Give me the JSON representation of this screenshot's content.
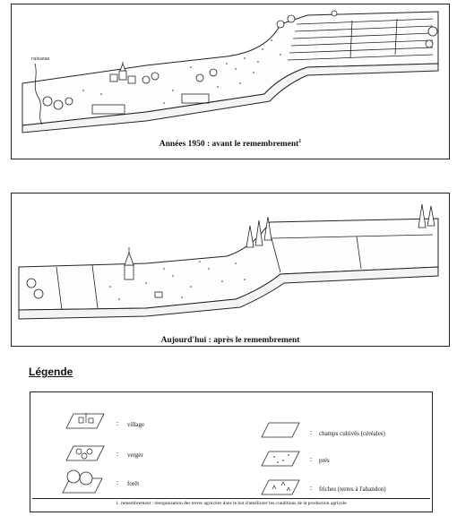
{
  "top_panel": {
    "caption": "Années 1950 : avant le remembrement",
    "footnote_marker": "1",
    "stream_label": "ruisseau"
  },
  "bottom_panel": {
    "caption": "Aujourd'hui : après le remembrement"
  },
  "legend": {
    "title": "Légende",
    "items": [
      {
        "icon": "village-icon",
        "label": "village"
      },
      {
        "icon": "orchard-icon",
        "label": "verger"
      },
      {
        "icon": "forest-icon",
        "label": "forêt"
      },
      {
        "icon": "field-icon",
        "label": "champs cultivés (céréales)"
      },
      {
        "icon": "meadow-icon",
        "label": "prés"
      },
      {
        "icon": "fallow-icon",
        "label": "friches (terres à l'abandon)"
      }
    ],
    "footnote": "1. remembrement : réorganisation des terres agricoles dans le but d'améliorer les conditions de la production agricole"
  }
}
